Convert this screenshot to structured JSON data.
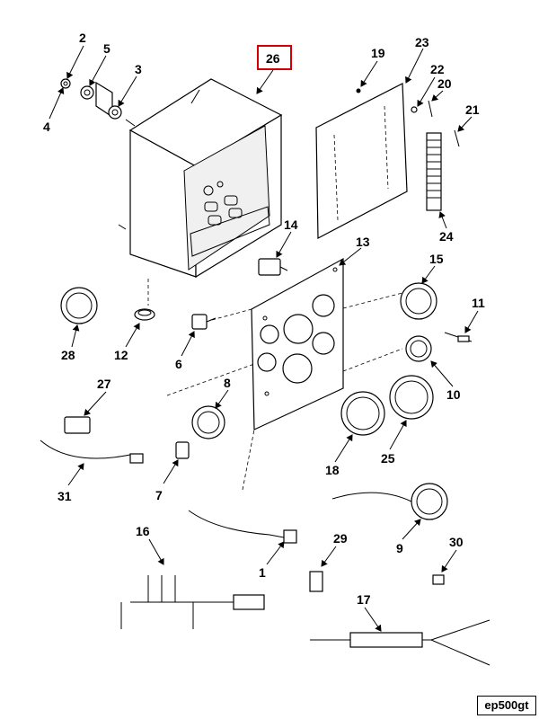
{
  "highlighted_callout": "26",
  "figure_code": "ep500gt",
  "callouts": {
    "c1": "1",
    "c2": "2",
    "c3": "3",
    "c4": "4",
    "c5": "5",
    "c6": "6",
    "c7": "7",
    "c8": "8",
    "c9": "9",
    "c10": "10",
    "c11": "11",
    "c12": "12",
    "c13": "13",
    "c14": "14",
    "c15": "15",
    "c16": "16",
    "c17": "17",
    "c18": "18",
    "c19": "19",
    "c20": "20",
    "c21": "21",
    "c22": "22",
    "c23": "23",
    "c24": "24",
    "c25": "25",
    "c27": "27",
    "c28": "28",
    "c29": "29",
    "c30": "30",
    "c31": "31"
  }
}
